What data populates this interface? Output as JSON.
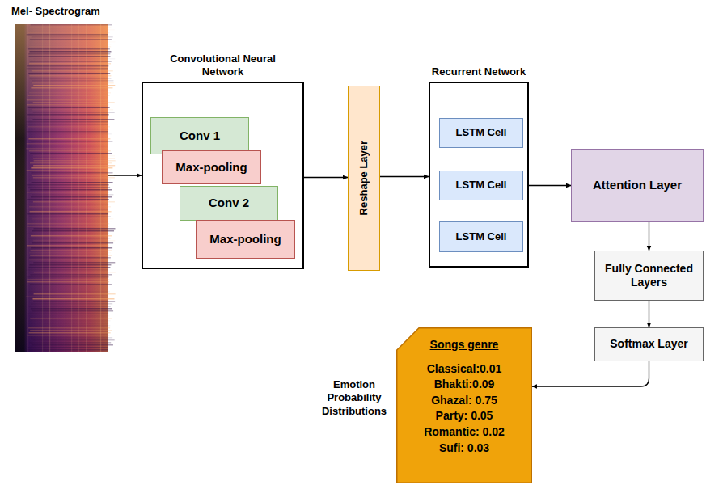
{
  "diagram": {
    "nodes": [
      {
        "text": [
          "Mel- Spectrogram"
        ]
      },
      {
        "text": [
          "Convolutional Neural Network"
        ]
      },
      {
        "text": [
          "Conv 1"
        ],
        "in": 1
      },
      {
        "text": [
          "Max-pooling"
        ],
        "in": 1
      },
      {
        "text": [
          "Conv 2"
        ],
        "in": 1
      },
      {
        "text": [
          "Max-pooling"
        ],
        "in": 1
      },
      {
        "text": [
          "Reshape Layer"
        ]
      },
      {
        "text": [
          "Recurrent Network"
        ]
      },
      {
        "text": [
          "LSTM Cell"
        ],
        "in": 7
      },
      {
        "text": [
          "LSTM Cell"
        ],
        "in": 7
      },
      {
        "text": [
          "LSTM Cell"
        ],
        "in": 7
      },
      {
        "text": [
          "Attention Layer"
        ]
      },
      {
        "text": [
          "Fully Connected Layers"
        ]
      },
      {
        "text": [
          "Softmax Layer"
        ]
      },
      {
        "text": [
          "Songs genre",
          "Classical:0.01",
          "Bhakti:0.09",
          "Ghazal: 0.75",
          "Party: 0.05",
          "Romantic: 0.02",
          "Sufi: 0.03"
        ]
      }
    ],
    "edges": [
      {
        "from": 0,
        "to": 1,
        "arrow": "to"
      },
      {
        "from": 1,
        "to": 6,
        "arrow": "to"
      },
      {
        "from": 6,
        "to": 7,
        "arrow": "to"
      },
      {
        "from": 8,
        "to": 9,
        "arrow": "to"
      },
      {
        "from": 9,
        "to": 10,
        "arrow": "to"
      },
      {
        "from": 10,
        "to": 9,
        "arrow": "to"
      },
      {
        "from": 9,
        "to": 8,
        "arrow": "to"
      },
      {
        "from": 7,
        "to": 11,
        "arrow": "to"
      },
      {
        "from": 11,
        "to": 12,
        "arrow": "to"
      },
      {
        "from": 12,
        "to": 13,
        "arrow": "to"
      },
      {
        "from": 13,
        "to": 14,
        "arrow": "to"
      }
    ],
    "labels": [
      "Emotion Probability Distributions"
    ]
  }
}
